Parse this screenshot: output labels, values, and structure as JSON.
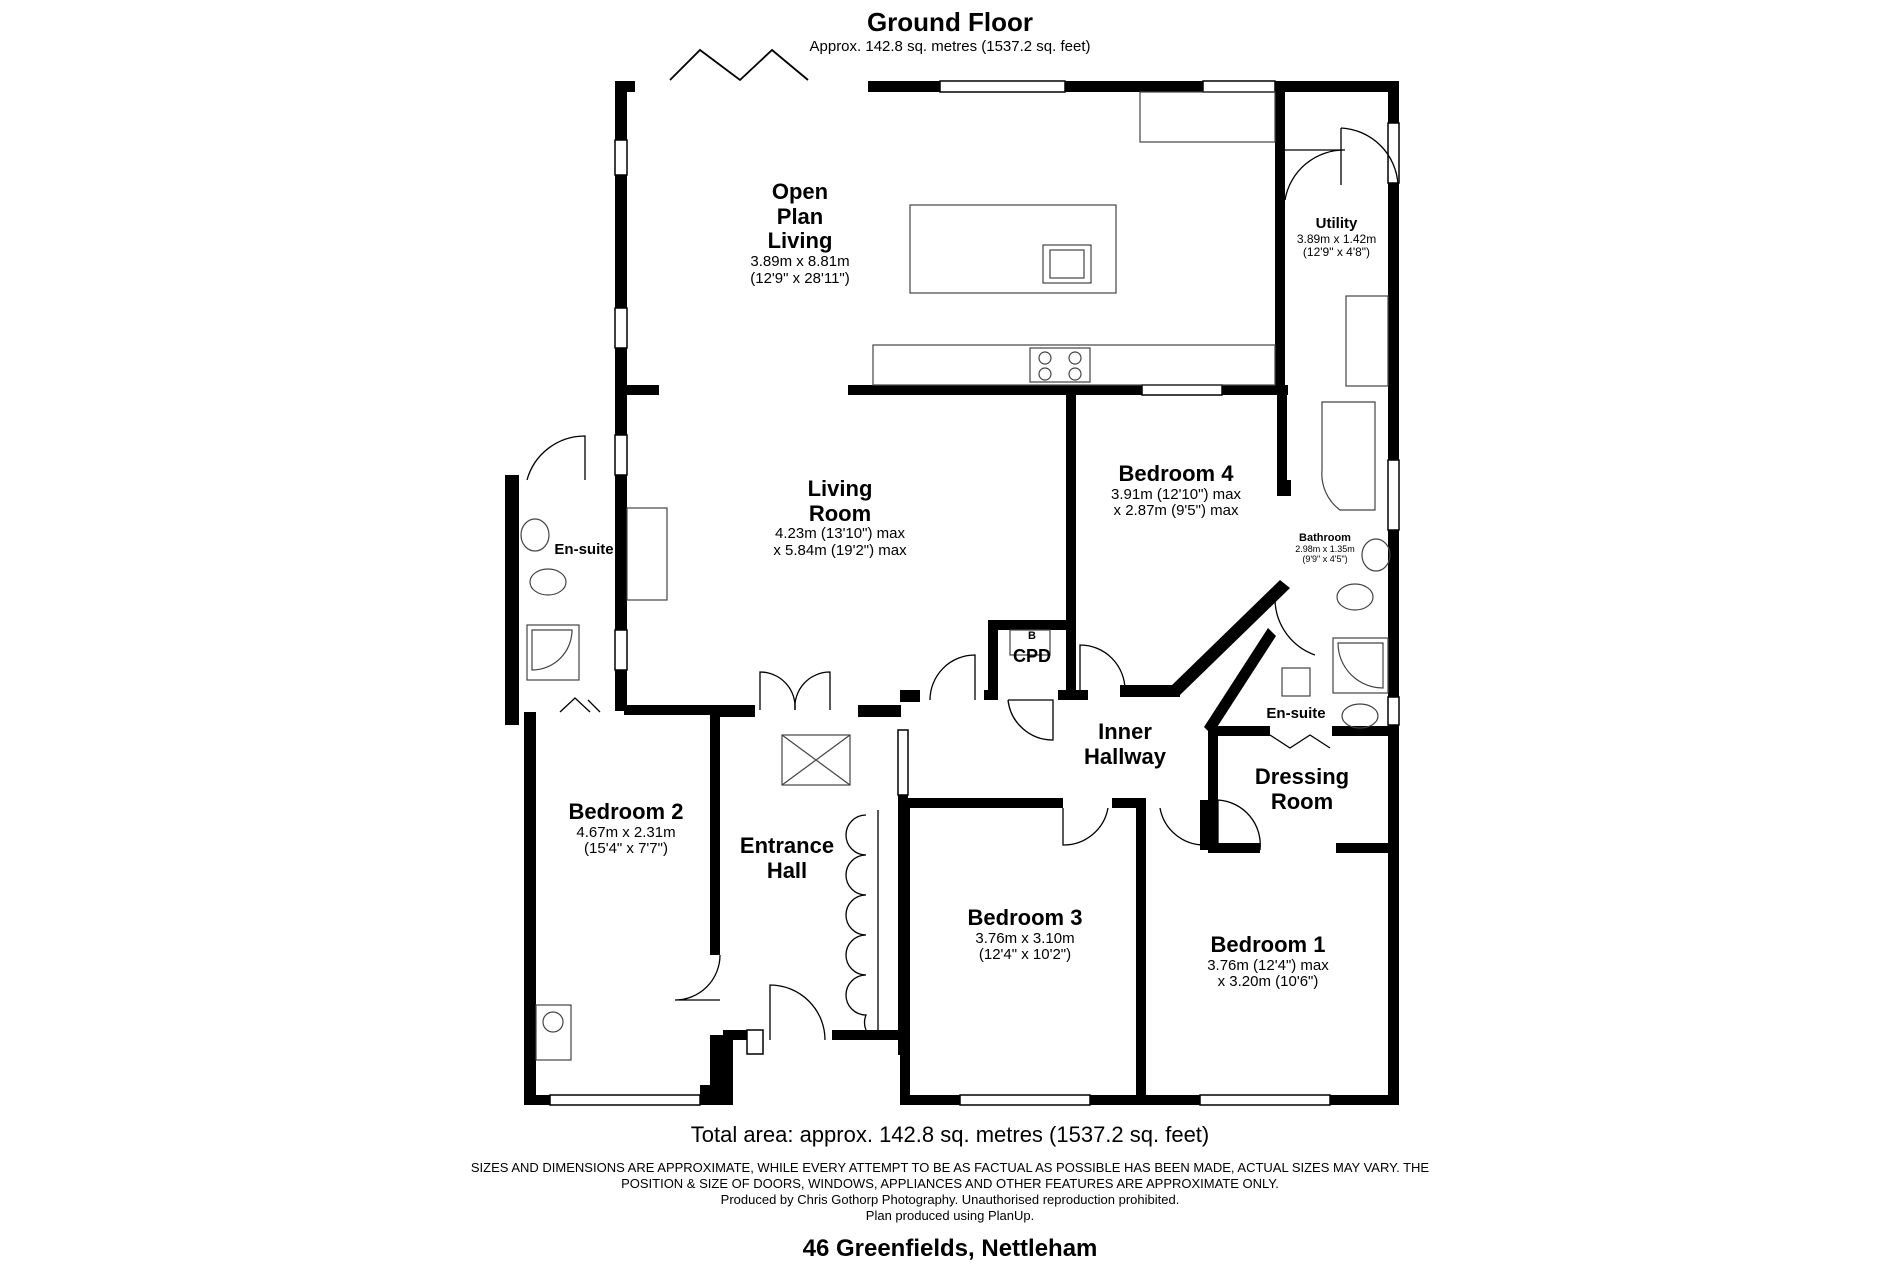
{
  "header": {
    "title": "Ground Floor",
    "subtitle": "Approx. 142.8 sq. metres (1537.2 sq. feet)"
  },
  "rooms": {
    "open_plan": {
      "name": "Open\nPlan\nLiving",
      "dim1": "3.89m x 8.81m",
      "dim2": "(12'9\" x 28'11\")"
    },
    "utility": {
      "name": "Utility",
      "dim1": "3.89m x 1.42m",
      "dim2": "(12'9\" x 4'8\")"
    },
    "living_room": {
      "name": "Living\nRoom",
      "dim1": "4.23m (13'10\") max",
      "dim2": "x 5.84m (19'2\") max"
    },
    "bedroom4": {
      "name": "Bedroom 4",
      "dim1": "3.91m (12'10\") max",
      "dim2": "x 2.87m (9'5\") max"
    },
    "bathroom": {
      "name": "Bathroom",
      "dim1": "2.98m x 1.35m",
      "dim2": "(9'9\" x 4'5\")"
    },
    "ensuite_left": {
      "name": "En-suite"
    },
    "ensuite_right": {
      "name": "En-suite"
    },
    "cpd": {
      "name": "CPD",
      "boiler": "B"
    },
    "inner_hallway": {
      "name": "Inner\nHallway"
    },
    "dressing_room": {
      "name": "Dressing\nRoom"
    },
    "bedroom2": {
      "name": "Bedroom 2",
      "dim1": "4.67m x 2.31m",
      "dim2": "(15'4\" x 7'7\")"
    },
    "entrance_hall": {
      "name": "Entrance\nHall"
    },
    "bedroom3": {
      "name": "Bedroom 3",
      "dim1": "3.76m x 3.10m",
      "dim2": "(12'4\" x 10'2\")"
    },
    "bedroom1": {
      "name": "Bedroom 1",
      "dim1": "3.76m (12'4\") max",
      "dim2": "x 3.20m (10'6\")"
    }
  },
  "footer": {
    "total": "Total area: approx. 142.8 sq. metres (1537.2 sq. feet)",
    "disclaimer_1": "SIZES AND DIMENSIONS ARE APPROXIMATE, WHILE EVERY ATTEMPT TO BE AS FACTUAL AS POSSIBLE HAS BEEN MADE, ACTUAL SIZES MAY VARY. THE",
    "disclaimer_2": "POSITION & SIZE OF DOORS, WINDOWS, APPLIANCES AND OTHER FEATURES ARE APPROXIMATE ONLY.",
    "disclaimer_3": "Produced by Chris Gothorp Photography. Unauthorised reproduction prohibited.",
    "disclaimer_4": "Plan produced using PlanUp.",
    "address": "46 Greenfields, Nettleham"
  },
  "colors": {
    "wall": "#000000",
    "fixture": "#444444",
    "window_fill": "#ffffff"
  }
}
